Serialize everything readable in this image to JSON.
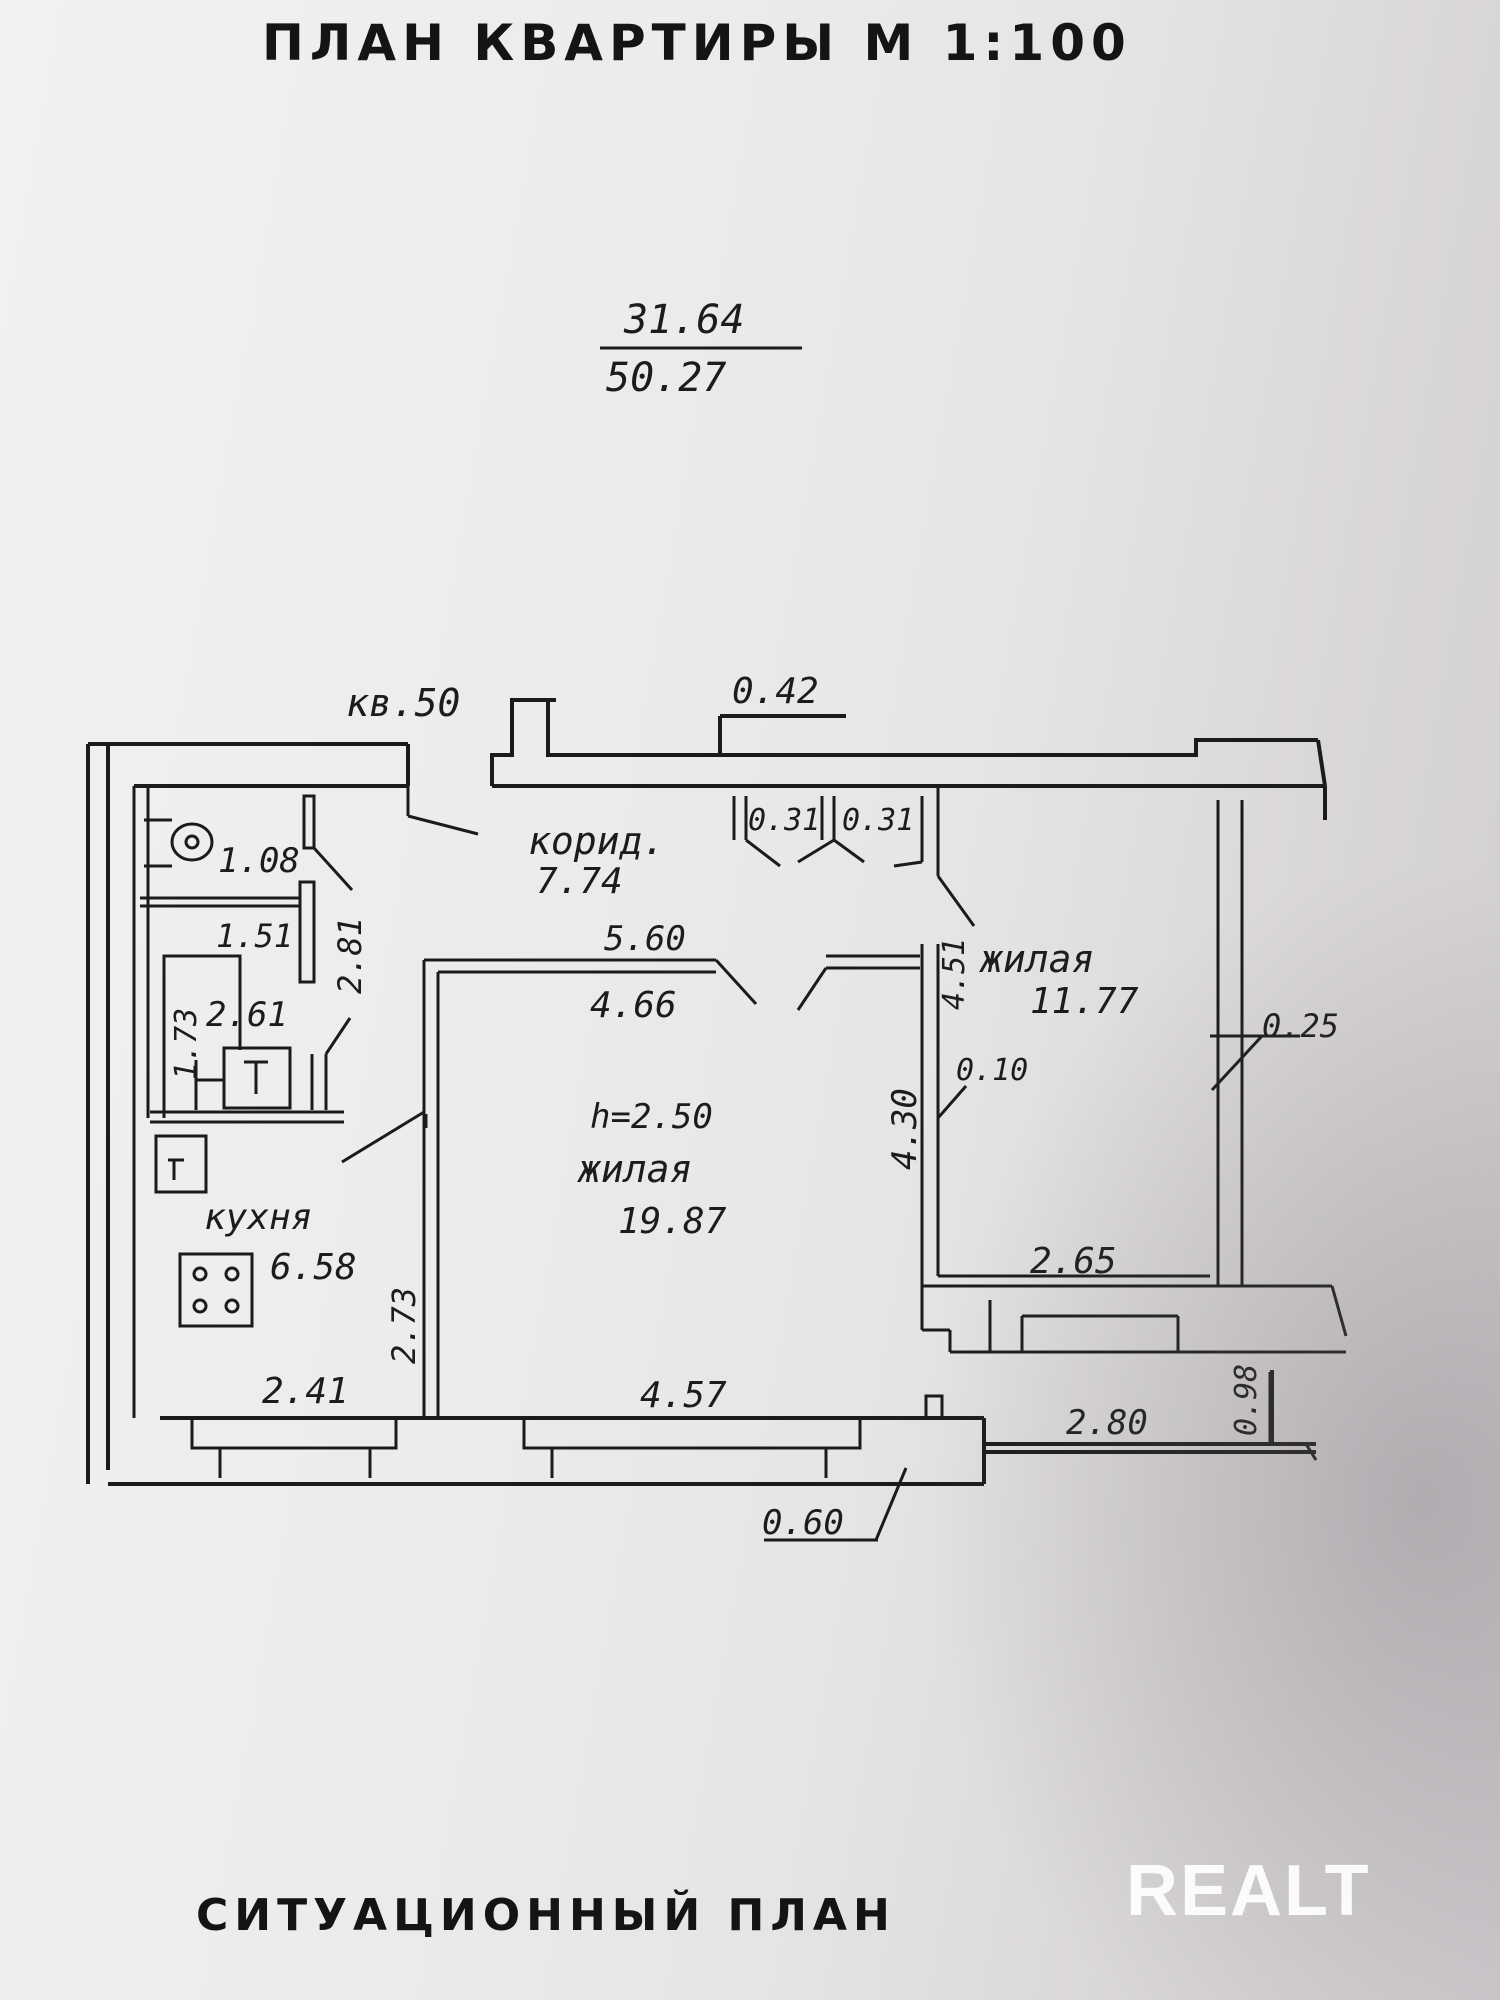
{
  "header": {
    "title": "ПЛАН КВАРТИРЫ М 1:100"
  },
  "area": {
    "living": "31.64",
    "total": "50.27"
  },
  "apartment": {
    "number_label": "кв.50"
  },
  "rooms": {
    "corridor": {
      "name": "корид.",
      "area": "7.74"
    },
    "wc": {
      "area": "1.08"
    },
    "bath": {
      "area": "2.61"
    },
    "kitchen": {
      "name": "кухня",
      "area": "6.58"
    },
    "living_big": {
      "height": "h=2.50",
      "name": "жилая",
      "area": "19.87"
    },
    "living_small": {
      "name": "жилая",
      "area": "11.77"
    }
  },
  "dimensions": {
    "d042": "0.42",
    "d031a": "0.31",
    "d031b": "0.31",
    "d281": "2.81",
    "d151": "1.51",
    "d173": "1.73",
    "d560": "5.60",
    "d466": "4.66",
    "d451": "4.51",
    "d430": "4.30",
    "d010": "0.10",
    "d025": "0.25",
    "d265": "2.65",
    "d273": "2.73",
    "d241": "2.41",
    "d457": "4.57",
    "d280": "2.80",
    "d098": "0.98",
    "d060": "0.60"
  },
  "footer": {
    "section_title": "СИТУАЦИОННЫЙ ПЛАН"
  },
  "watermark": "REALT"
}
